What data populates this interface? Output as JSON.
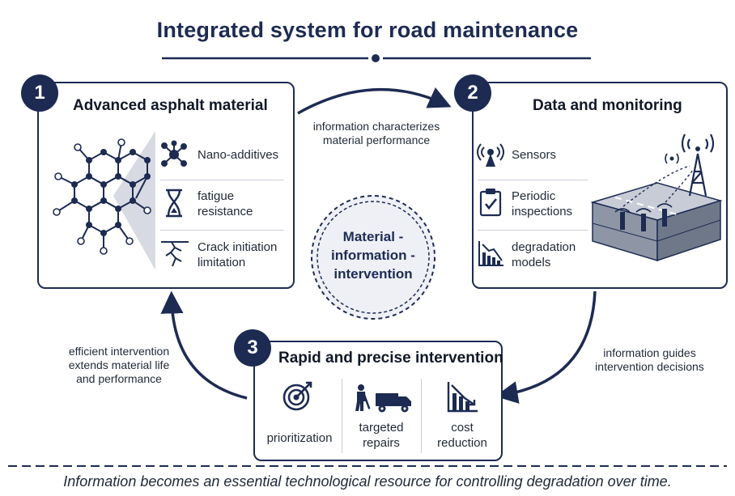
{
  "title": "Integrated system for road maintenance",
  "center_label": {
    "line1": "Material -",
    "line2": "information -",
    "line3": "intervention"
  },
  "panel1": {
    "number": "1",
    "title": "Advanced asphalt material",
    "items": [
      {
        "icon": "nano-additives-icon",
        "line1": "Nano-additives",
        "line2": ""
      },
      {
        "icon": "hourglass-icon",
        "line1": "fatigue",
        "line2": "resistance"
      },
      {
        "icon": "crack-icon",
        "line1": "Crack initiation",
        "line2": "limitation"
      }
    ]
  },
  "panel2": {
    "number": "2",
    "title": "Data and monitoring",
    "items": [
      {
        "icon": "sensor-icon",
        "line1": "Sensors",
        "line2": ""
      },
      {
        "icon": "clipboard-check-icon",
        "line1": "Periodic",
        "line2": "inspections"
      },
      {
        "icon": "degradation-chart-icon",
        "line1": "degradation",
        "line2": "models"
      }
    ]
  },
  "panel3": {
    "number": "3",
    "title": "Rapid and precise intervention",
    "items": [
      {
        "icon": "target-icon",
        "line1": "prioritization",
        "line2": ""
      },
      {
        "icon": "worker-truck-icon",
        "line1": "targeted",
        "line2": "repairs"
      },
      {
        "icon": "cost-chart-icon",
        "line1": "cost",
        "line2": "reduction"
      }
    ]
  },
  "arrows": {
    "top": {
      "line1": "information characterizes",
      "line2": "material performance"
    },
    "right": {
      "line1": "information guides",
      "line2": "intervention decisions"
    },
    "left": {
      "line1": "efficient intervention",
      "line2": "extends material life",
      "line3": "and performance"
    }
  },
  "footer": "Information becomes an essential technological resource for controlling degradation over time.",
  "colors": {
    "navy": "#1d2b53",
    "light_gray": "#c9ced8"
  }
}
